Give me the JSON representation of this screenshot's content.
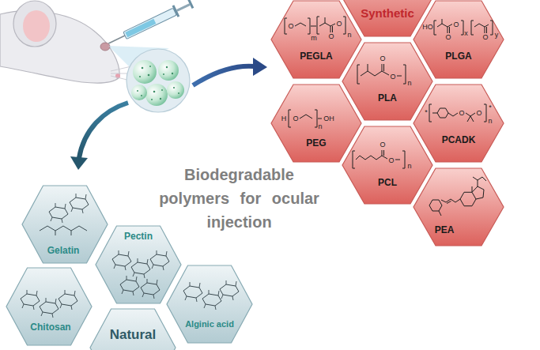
{
  "diagram": {
    "title": "Biodegradable polymers for ocular injection",
    "nodes": [
      {
        "text": [
          "Synthetic"
        ]
      },
      {
        "text": [
          "PEGLA"
        ]
      },
      {
        "text": [
          "PLGA"
        ]
      },
      {
        "text": [
          "PLA"
        ]
      },
      {
        "text": [
          "PEG"
        ]
      },
      {
        "text": [
          "PCADK"
        ]
      },
      {
        "text": [
          "PCL"
        ]
      },
      {
        "text": [
          "PEA"
        ]
      },
      {
        "text": [
          "Gelatin"
        ]
      },
      {
        "text": [
          "Pectin"
        ]
      },
      {
        "text": [
          "Chitosan"
        ]
      },
      {
        "text": [
          "Alginic acid"
        ]
      },
      {
        "text": [
          "Natural"
        ]
      }
    ],
    "labels": [
      "O",
      "m",
      "O",
      "O",
      "n",
      "HO",
      "O",
      "O",
      "x",
      "O",
      "y",
      "O",
      "O",
      "n",
      "H",
      "O",
      "n",
      "OH",
      "*",
      "O",
      "O",
      "n",
      "*",
      "O",
      "O",
      "n"
    ]
  }
}
